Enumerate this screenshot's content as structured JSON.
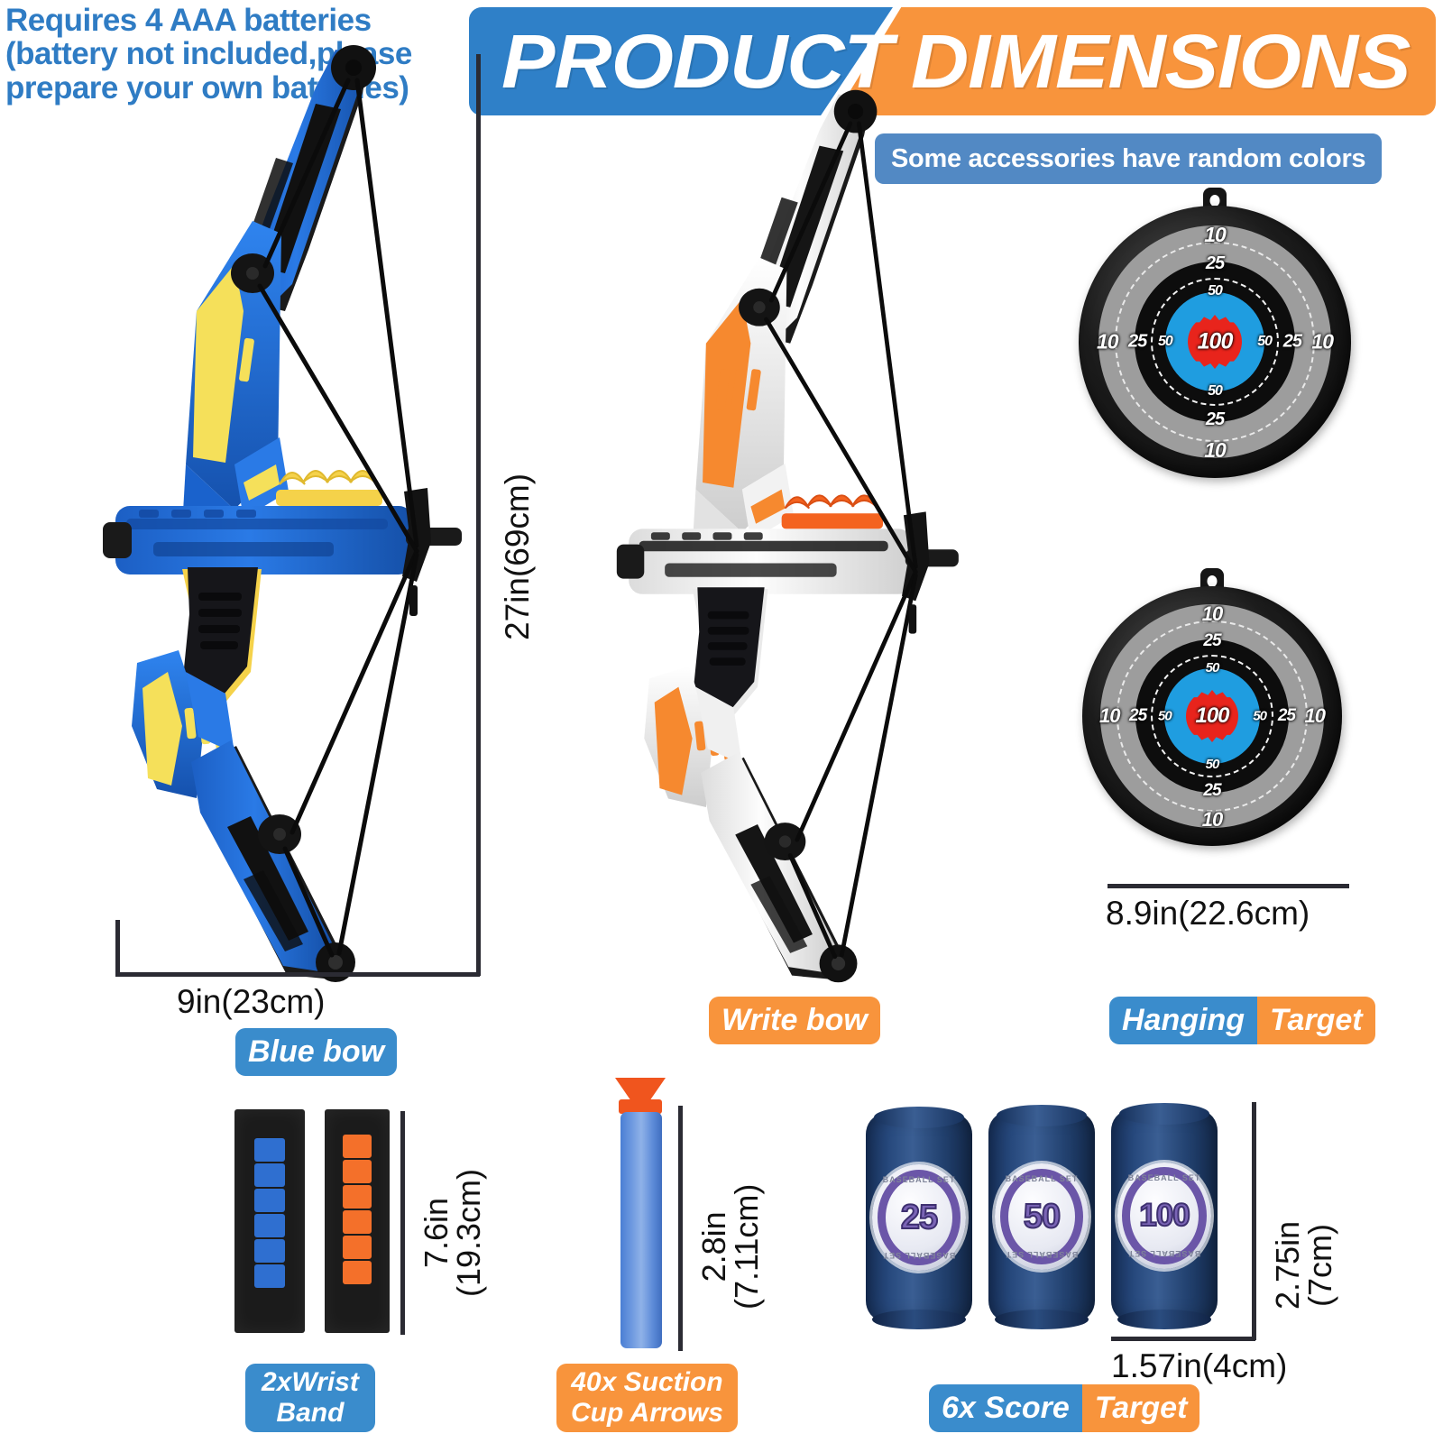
{
  "battery_note": "Requires 4 AAA batteries (battery not included,please prepare your own batteries)",
  "header": {
    "word1": "PRODUCT",
    "word2": "DIMENSIONS",
    "blue": "#2f80c8",
    "orange": "#f8943c"
  },
  "accessories_note": "Some accessories have random colors",
  "blue_bow": {
    "height_label": "27in(69cm)",
    "width_label": "9in(23cm)",
    "pill": "Blue bow"
  },
  "white_bow": {
    "pill": "Write bow"
  },
  "hanging_target": {
    "width_label": "8.9in(22.6cm)",
    "pill_left": "Hanging",
    "pill_right": "Target",
    "rings": [
      "10",
      "25",
      "50",
      "100"
    ],
    "ring_colors": {
      "outer_rim": "#111111",
      "gray": "#9a9a9a",
      "black": "#0d0d0d",
      "blue": "#1f9de0",
      "red": "#e8241c"
    }
  },
  "wrist_band": {
    "size_line1": "7.6in",
    "size_line2": "(19.3cm)",
    "pill_line1": "2xWrist",
    "pill_line2": "Band",
    "loop_colors": [
      "#2f6fd0",
      "#f4702a"
    ]
  },
  "suction_arrow": {
    "size_line1": "2.8in",
    "size_line2": "(7.11cm)",
    "pill_line1": "40x  Suction",
    "pill_line2": "Cup Arrows",
    "foam_color": "#5d8bd8",
    "tip_color": "#f0551e"
  },
  "score_target": {
    "height_line1": "2.75in",
    "height_line2": "(7cm)",
    "width_label": "1.57in(4cm)",
    "pill_left": "6x Score",
    "pill_right": "Target",
    "cans": [
      "25",
      "50",
      "100"
    ],
    "can_brand_text": "BASEBALL SET",
    "can_color": "#22416f"
  }
}
